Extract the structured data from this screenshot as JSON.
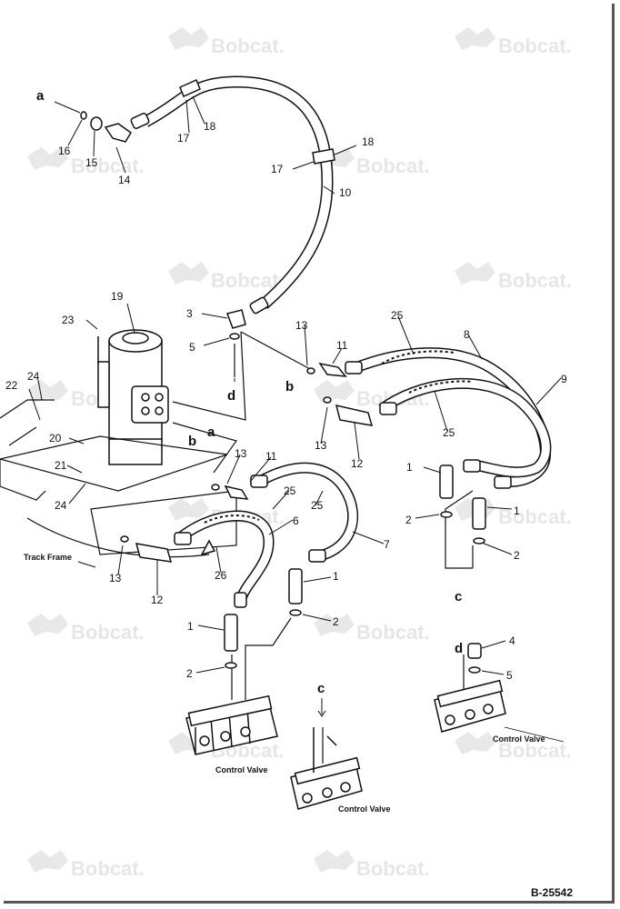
{
  "watermark": {
    "text": "Bobcat."
  },
  "letters": {
    "a": "a",
    "b": "b",
    "c": "c",
    "d": "d"
  },
  "parts": {
    "p1": "1",
    "p2": "2",
    "p3": "3",
    "p4": "4",
    "p5": "5",
    "p6": "6",
    "p7": "7",
    "p8": "8",
    "p9": "9",
    "p10": "10",
    "p11": "11",
    "p12": "12",
    "p13": "13",
    "p14": "14",
    "p15": "15",
    "p16": "16",
    "p17": "17",
    "p18": "18",
    "p19": "19",
    "p20": "20",
    "p21": "21",
    "p22": "22",
    "p23": "23",
    "p24": "24",
    "p25": "25",
    "p26": "26"
  },
  "labels": {
    "track_frame": "Track Frame",
    "control_valve": "Control Valve"
  },
  "reference": "B-25542"
}
